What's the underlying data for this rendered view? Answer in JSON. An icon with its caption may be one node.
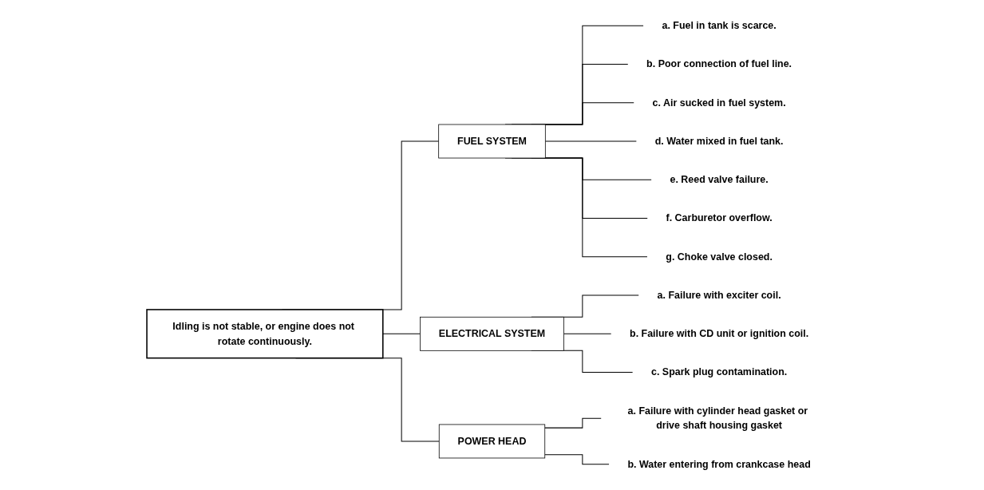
{
  "diagram": {
    "nodes": [
      {
        "text": [
          "Idling is not stable, or engine does not rotate continuously."
        ]
      },
      {
        "text": [
          "FUEL SYSTEM"
        ]
      },
      {
        "text": [
          "a. Fuel in tank is scarce."
        ]
      },
      {
        "text": [
          "b. Poor connection of fuel line."
        ]
      },
      {
        "text": [
          "c. Air sucked in fuel system."
        ]
      },
      {
        "text": [
          "d. Water mixed in fuel tank."
        ]
      },
      {
        "text": [
          "e. Reed valve failure."
        ]
      },
      {
        "text": [
          "f. Carburetor overflow."
        ]
      },
      {
        "text": [
          "g. Choke valve closed."
        ]
      },
      {
        "text": [
          "ELECTRICAL SYSTEM"
        ]
      },
      {
        "text": [
          "a. Failure with exciter coil."
        ]
      },
      {
        "text": [
          "b. Failure with CD unit or ignition coil."
        ]
      },
      {
        "text": [
          "c. Spark plug contamination."
        ]
      },
      {
        "text": [
          "POWER HEAD"
        ]
      },
      {
        "text": [
          "a. Failure with cylinder head gasket or drive shaft housing gasket"
        ]
      },
      {
        "text": [
          "b. Water entering from crankcase head"
        ]
      }
    ],
    "edges": [
      {
        "from": 0,
        "to": 1,
        "arrow": "none"
      },
      {
        "from": 0,
        "to": 9,
        "arrow": "none"
      },
      {
        "from": 0,
        "to": 13,
        "arrow": "none"
      },
      {
        "from": 1,
        "to": 2,
        "arrow": "none"
      },
      {
        "from": 1,
        "to": 3,
        "arrow": "none"
      },
      {
        "from": 1,
        "to": 4,
        "arrow": "none"
      },
      {
        "from": 1,
        "to": 5,
        "arrow": "none"
      },
      {
        "from": 1,
        "to": 6,
        "arrow": "none"
      },
      {
        "from": 1,
        "to": 7,
        "arrow": "none"
      },
      {
        "from": 1,
        "to": 8,
        "arrow": "none"
      },
      {
        "from": 9,
        "to": 10,
        "arrow": "none"
      },
      {
        "from": 9,
        "to": 11,
        "arrow": "none"
      },
      {
        "from": 9,
        "to": 12,
        "arrow": "none"
      },
      {
        "from": 13,
        "to": 14,
        "arrow": "none"
      },
      {
        "from": 13,
        "to": 15,
        "arrow": "none"
      }
    ]
  }
}
